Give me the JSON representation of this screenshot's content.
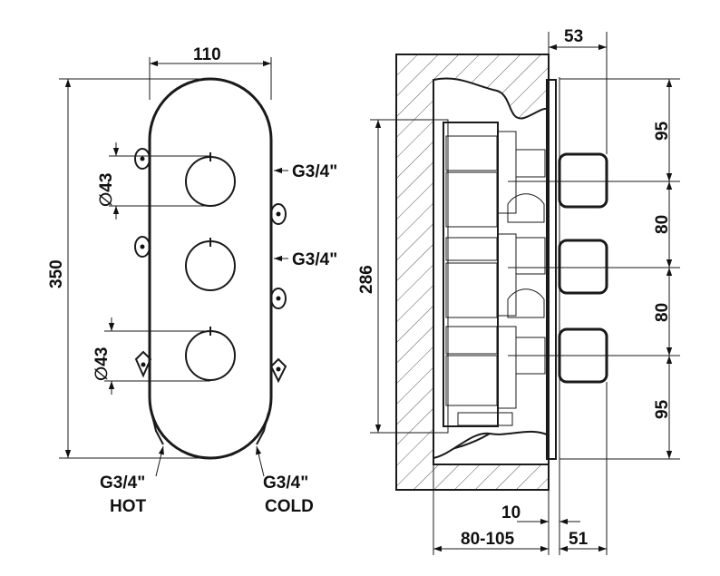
{
  "front_view": {
    "width": "110",
    "height": "350",
    "diameter_top": "∅43",
    "diameter_bottom": "∅43",
    "outlet_top": "G3/4\"",
    "outlet_middle": "G3/4\"",
    "inlet_hot_size": "G3/4\"",
    "inlet_hot_label": "HOT",
    "inlet_cold_size": "G3/4\"",
    "inlet_cold_label": "COLD"
  },
  "side_view": {
    "top_projection": "53",
    "body_height": "286",
    "spacing_1": "95",
    "spacing_2": "80",
    "spacing_3": "80",
    "spacing_4": "95",
    "plate_thickness": "10",
    "wall_depth": "80-105",
    "handle_depth": "51"
  }
}
